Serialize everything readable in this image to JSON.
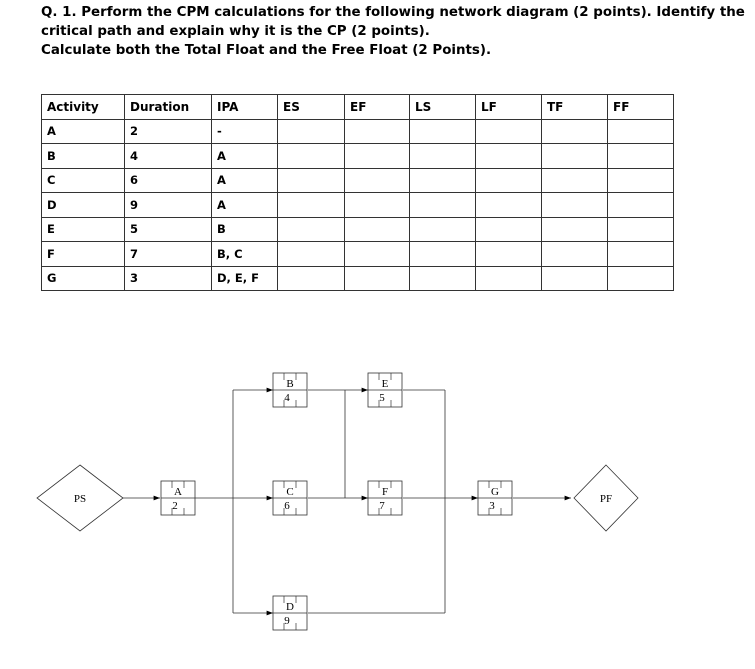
{
  "question": {
    "lines": [
      "Q. 1. Perform the CPM calculations for the following network diagram (2 points). Identify the",
      "critical path and explain why it is the CP (2 points).",
      "Calculate both the Total Float and the Free Float (2 Points)."
    ]
  },
  "table": {
    "headers": [
      "Activity",
      "Duration",
      "IPA",
      "ES",
      "EF",
      "LS",
      "LF",
      "TF",
      "FF"
    ],
    "rows": [
      [
        "A",
        "2",
        "-",
        "",
        "",
        "",
        "",
        "",
        ""
      ],
      [
        "B",
        "4",
        "A",
        "",
        "",
        "",
        "",
        "",
        ""
      ],
      [
        "C",
        "6",
        "A",
        "",
        "",
        "",
        "",
        "",
        ""
      ],
      [
        "D",
        "9",
        "A",
        "",
        "",
        "",
        "",
        "",
        ""
      ],
      [
        "E",
        "5",
        "B",
        "",
        "",
        "",
        "",
        "",
        ""
      ],
      [
        "F",
        "7",
        "B, C",
        "",
        "",
        "",
        "",
        "",
        ""
      ],
      [
        "G",
        "3",
        "D, E, F",
        "",
        "",
        "",
        "",
        "",
        ""
      ]
    ]
  },
  "network": {
    "start": "PS",
    "finish": "PF",
    "nodes": [
      {
        "id": "A",
        "duration": "2"
      },
      {
        "id": "B",
        "duration": "4"
      },
      {
        "id": "C",
        "duration": "6"
      },
      {
        "id": "D",
        "duration": "9"
      },
      {
        "id": "E",
        "duration": "5"
      },
      {
        "id": "F",
        "duration": "7"
      },
      {
        "id": "G",
        "duration": "3"
      }
    ]
  }
}
